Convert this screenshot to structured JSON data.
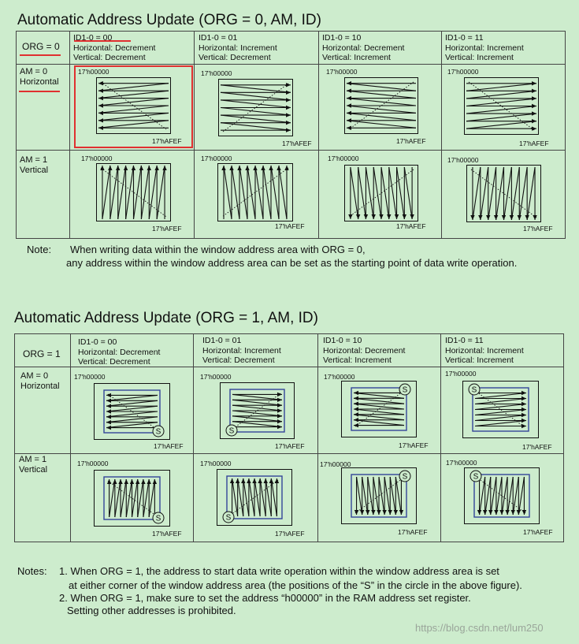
{
  "section1": {
    "title": "Automatic Address Update (ORG = 0, AM, ID)",
    "corner_label": "ORG = 0",
    "columns": [
      {
        "id": "ID1-0 = 00",
        "h": "Horizontal: Decrement",
        "v": "Vertical: Decrement"
      },
      {
        "id": "ID1-0 = 01",
        "h": "Horizontal: Increment",
        "v": "Vertical: Decrement"
      },
      {
        "id": "ID1-0 = 10",
        "h": "Horizontal: Decrement",
        "v": "Vertical: Increment"
      },
      {
        "id": "ID1-0 = 11",
        "h": "Horizontal: Increment",
        "v": "Vertical: Increment"
      }
    ],
    "rows": [
      {
        "line1": "AM = 0",
        "line2": "Horizontal"
      },
      {
        "line1": "AM = 1",
        "line2": "Vertical"
      }
    ],
    "start_address": "17'h00000",
    "end_address": "17'hAFEF",
    "note_label": "Note:",
    "note_line1": "When writing data within the window address area with ORG = 0,",
    "note_line2": "any address within the window address area can be set as the starting point of data write operation."
  },
  "section2": {
    "title": "Automatic Address Update (ORG = 1, AM, ID)",
    "corner_label": "ORG = 1",
    "columns": [
      {
        "id": "ID1-0 = 00",
        "h": "Horizontal: Decrement",
        "v": "Vertical: Decrement"
      },
      {
        "id": "ID1-0 = 01",
        "h": "Horizontal: Increment",
        "v": "Vertical: Decrement"
      },
      {
        "id": "ID1-0 = 10",
        "h": "Horizontal: Decrement",
        "v": "Vertical: Increment"
      },
      {
        "id": "ID1-0 = 11",
        "h": "Horizontal: Increment",
        "v": "Vertical: Increment"
      }
    ],
    "rows": [
      {
        "line1": "AM = 0",
        "line2": "Horizontal"
      },
      {
        "line1": "AM = 1",
        "line2": "Vertical"
      }
    ],
    "start_address": "17'h00000",
    "end_address": "17'hAFEF",
    "start_marker": "S"
  },
  "notes": {
    "label": "Notes:",
    "n1_line1": "1. When ORG = 1, the address to start data write operation within the window address area is set",
    "n1_line2": "at either corner of the window address area (the positions of the “S” in the circle in the above figure).",
    "n2_line1": "2. When ORG = 1, make sure to set the address “h00000” in the RAM address set register.",
    "n2_line2": "Setting other addresses is prohibited."
  },
  "watermark": "https://blog.csdn.net/lum250",
  "colors": {
    "background": "#cdeccd",
    "highlight": "#e03030",
    "window": "#334499",
    "line": "#111111"
  }
}
